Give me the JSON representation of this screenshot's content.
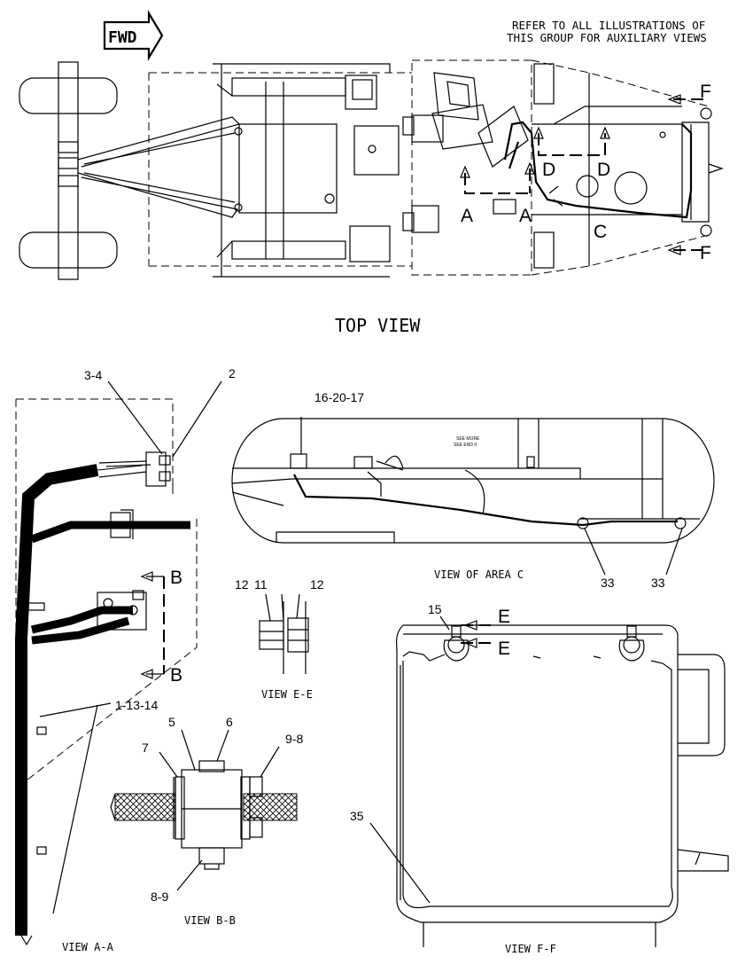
{
  "header": {
    "fwd_label": "FWD",
    "note_line1": "REFER TO ALL ILLUSTRATIONS OF",
    "note_line2": "THIS GROUP FOR AUXILIARY VIEWS"
  },
  "top_view": {
    "title": "TOP VIEW",
    "section_letters": {
      "a_left": "A",
      "a_right": "A",
      "d_left": "D",
      "d_right": "D",
      "c": "C",
      "f_top": "F",
      "f_bottom": "F"
    }
  },
  "view_aa": {
    "title": "VIEW A-A",
    "callouts": {
      "c1": "3-4",
      "c2": "2",
      "c3": "1-13-14"
    },
    "section_letters": {
      "b_top": "B",
      "b_bottom": "B"
    }
  },
  "view_area_c": {
    "title": "VIEW OF AREA C",
    "callouts": {
      "c1": "16-20-17",
      "c2": "33",
      "c3": "33"
    },
    "tiny_label_1": "SEE MORE",
    "tiny_label_2": "SEE END 0"
  },
  "view_ee": {
    "title": "VIEW E-E",
    "callouts": {
      "c1": "12",
      "c2": "11",
      "c3": "12"
    }
  },
  "view_bb": {
    "title": "VIEW B-B",
    "callouts": {
      "c1": "5",
      "c2": "6",
      "c3": "7",
      "c4": "9-8",
      "c5": "8-9"
    }
  },
  "view_ff": {
    "title": "VIEW F-F",
    "callouts": {
      "c1": "15",
      "c2": "35"
    },
    "section_letters": {
      "e_top": "E",
      "e_bottom": "E"
    }
  }
}
